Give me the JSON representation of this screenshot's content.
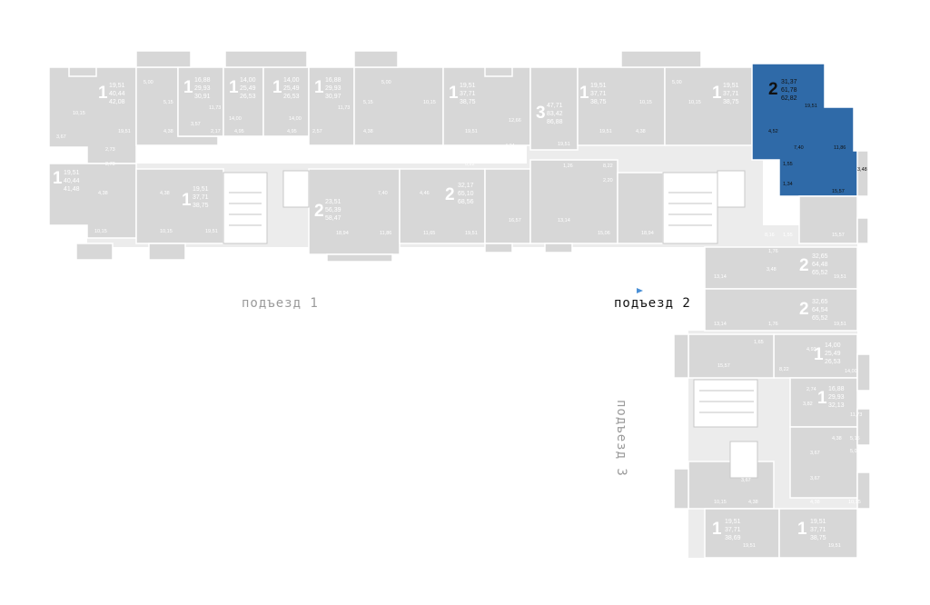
{
  "entrances": [
    {
      "label": "подъезд 1",
      "active": false
    },
    {
      "label": "подъезд 2",
      "active": true
    },
    {
      "label": "подъезд 3",
      "active": false
    }
  ],
  "apartments": [
    {
      "rooms": "1",
      "areas": [
        "19,51",
        "40,44",
        "42,08"
      ],
      "selected": false
    },
    {
      "rooms": "1",
      "areas": [
        "16,88",
        "29,93",
        "30,91"
      ],
      "selected": false
    },
    {
      "rooms": "1",
      "areas": [
        "14,00",
        "25,49",
        "26,53"
      ],
      "selected": false
    },
    {
      "rooms": "1",
      "areas": [
        "14,00",
        "25,49",
        "26,53"
      ],
      "selected": false
    },
    {
      "rooms": "1",
      "areas": [
        "16,88",
        "29,93",
        "30,97"
      ],
      "selected": false
    },
    {
      "rooms": "1",
      "areas": [
        "19,51",
        "37,71",
        "38,75"
      ],
      "selected": false
    },
    {
      "rooms": "3",
      "areas": [
        "47,71",
        "83,42",
        "86,88"
      ],
      "selected": false
    },
    {
      "rooms": "1",
      "areas": [
        "19,51",
        "37,71",
        "38,75"
      ],
      "selected": false
    },
    {
      "rooms": "1",
      "areas": [
        "19,51",
        "37,71",
        "38,75"
      ],
      "selected": false
    },
    {
      "rooms": "2",
      "areas": [
        "31,37",
        "61,78",
        "62,82"
      ],
      "selected": true
    },
    {
      "rooms": "1",
      "areas": [
        "19,51",
        "40,44",
        "41,48"
      ],
      "selected": false
    },
    {
      "rooms": "1",
      "areas": [
        "19,51",
        "37,71",
        "38,75"
      ],
      "selected": false
    },
    {
      "rooms": "2",
      "areas": [
        "23,51",
        "56,39",
        "58,47"
      ],
      "selected": false
    },
    {
      "rooms": "2",
      "areas": [
        "32,17",
        "65,10",
        "68,56"
      ],
      "selected": false
    },
    {
      "rooms": "2",
      "areas": [
        "32,65",
        "64,48",
        "65,52"
      ],
      "selected": false
    },
    {
      "rooms": "2",
      "areas": [
        "32,65",
        "64,54",
        "65,52"
      ],
      "selected": false
    },
    {
      "rooms": "1",
      "areas": [
        "14,00",
        "25,49",
        "26,53"
      ],
      "selected": false
    },
    {
      "rooms": "1",
      "areas": [
        "16,88",
        "29,93",
        "32,13"
      ],
      "selected": false
    },
    {
      "rooms": "1",
      "areas": [
        "19,51",
        "37,71",
        "38,69"
      ],
      "selected": false
    },
    {
      "rooms": "1",
      "areas": [
        "19,51",
        "37,71",
        "38,75"
      ],
      "selected": false
    }
  ],
  "room_labels": [
    {
      "text": "10,15",
      "hl": false
    },
    {
      "text": "19,51",
      "hl": false
    },
    {
      "text": "3,67",
      "hl": false
    },
    {
      "text": "4,38",
      "hl": false
    },
    {
      "text": "2,73",
      "hl": false
    },
    {
      "text": "5,00",
      "hl": false
    },
    {
      "text": "5,15",
      "hl": false
    },
    {
      "text": "4,38",
      "hl": false
    },
    {
      "text": "11,73",
      "hl": false
    },
    {
      "text": "3,57",
      "hl": false
    },
    {
      "text": "2,17",
      "hl": false
    },
    {
      "text": "14,00",
      "hl": false
    },
    {
      "text": "4,95",
      "hl": false
    },
    {
      "text": "14,00",
      "hl": false
    },
    {
      "text": "4,95",
      "hl": false
    },
    {
      "text": "2,57",
      "hl": false
    },
    {
      "text": "11,73",
      "hl": false
    },
    {
      "text": "5,15",
      "hl": false
    },
    {
      "text": "5,00",
      "hl": false
    },
    {
      "text": "10,15",
      "hl": false
    },
    {
      "text": "4,38",
      "hl": false
    },
    {
      "text": "19,51",
      "hl": false
    },
    {
      "text": "12,66",
      "hl": false
    },
    {
      "text": "4,34",
      "hl": false
    },
    {
      "text": "19,51",
      "hl": false
    },
    {
      "text": "10,15",
      "hl": false
    },
    {
      "text": "5,00",
      "hl": false
    },
    {
      "text": "10,15",
      "hl": false
    },
    {
      "text": "4,38",
      "hl": false
    },
    {
      "text": "19,51",
      "hl": false
    },
    {
      "text": "2,73",
      "hl": false
    },
    {
      "text": "4,38",
      "hl": false
    },
    {
      "text": "4,38",
      "hl": false
    },
    {
      "text": "10,15",
      "hl": false
    },
    {
      "text": "10,15",
      "hl": false
    },
    {
      "text": "19,51",
      "hl": false
    },
    {
      "text": "7,40",
      "hl": false
    },
    {
      "text": "4,46",
      "hl": false
    },
    {
      "text": "18,94",
      "hl": false
    },
    {
      "text": "11,86",
      "hl": false
    },
    {
      "text": "11,65",
      "hl": false
    },
    {
      "text": "8,22",
      "hl": false
    },
    {
      "text": "16,57",
      "hl": false
    },
    {
      "text": "19,51",
      "hl": false
    },
    {
      "text": "13,14",
      "hl": false
    },
    {
      "text": "15,06",
      "hl": false
    },
    {
      "text": "18,94",
      "hl": false
    },
    {
      "text": "8,22",
      "hl": false
    },
    {
      "text": "2,20",
      "hl": false
    },
    {
      "text": "1,26",
      "hl": false
    },
    {
      "text": "1,55",
      "hl": false
    },
    {
      "text": "8,16",
      "hl": false
    },
    {
      "text": "1,55",
      "hl": false
    },
    {
      "text": "15,57",
      "hl": false
    },
    {
      "text": "4,52",
      "hl": true
    },
    {
      "text": "19,51",
      "hl": true
    },
    {
      "text": "7,40",
      "hl": true
    },
    {
      "text": "11,86",
      "hl": true
    },
    {
      "text": "1,55",
      "hl": true
    },
    {
      "text": "1,34",
      "hl": true
    },
    {
      "text": "15,57",
      "hl": true
    },
    {
      "text": "3,48",
      "hl": true
    },
    {
      "text": "1,76",
      "hl": false
    },
    {
      "text": "13,14",
      "hl": false
    },
    {
      "text": "3,48",
      "hl": false
    },
    {
      "text": "19,51",
      "hl": false
    },
    {
      "text": "13,14",
      "hl": false
    },
    {
      "text": "1,76",
      "hl": false
    },
    {
      "text": "19,51",
      "hl": false
    },
    {
      "text": "1,65",
      "hl": false
    },
    {
      "text": "4,93",
      "hl": false
    },
    {
      "text": "15,57",
      "hl": false
    },
    {
      "text": "8,22",
      "hl": false
    },
    {
      "text": "14,00",
      "hl": false
    },
    {
      "text": "2,74",
      "hl": false
    },
    {
      "text": "3,82",
      "hl": false
    },
    {
      "text": "11,73",
      "hl": false
    },
    {
      "text": "4,38",
      "hl": false
    },
    {
      "text": "5,15",
      "hl": false
    },
    {
      "text": "5,00",
      "hl": false
    },
    {
      "text": "3,67",
      "hl": false
    },
    {
      "text": "3,67",
      "hl": false
    },
    {
      "text": "3,67",
      "hl": false
    },
    {
      "text": "10,15",
      "hl": false
    },
    {
      "text": "4,38",
      "hl": false
    },
    {
      "text": "4,38",
      "hl": false
    },
    {
      "text": "10,15",
      "hl": false
    },
    {
      "text": "19,51",
      "hl": false
    },
    {
      "text": "19,51",
      "hl": false
    }
  ]
}
